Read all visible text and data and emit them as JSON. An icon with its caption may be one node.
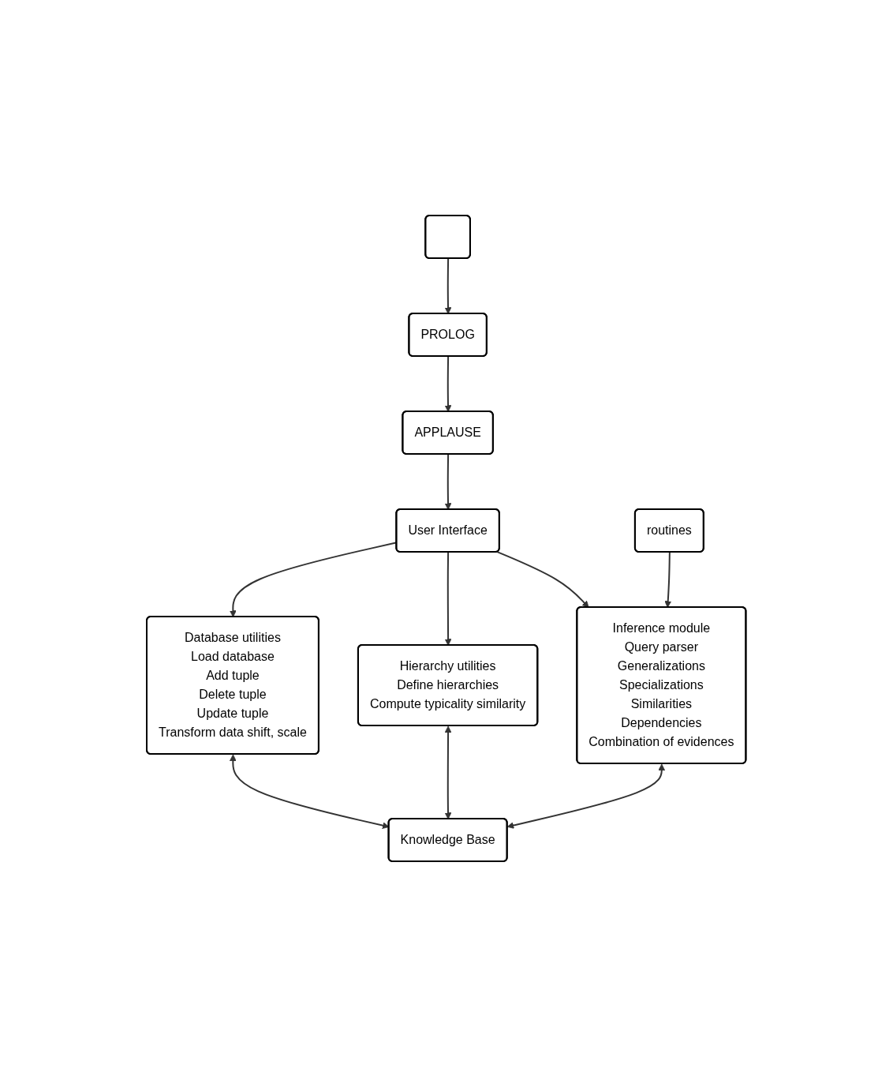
{
  "diagram": {
    "nodes": [
      {
        "text": [],
        "shape": "box"
      },
      {
        "text": [
          "PROLOG"
        ]
      },
      {
        "text": [
          "APPLAUSE"
        ]
      },
      {
        "text": [
          "routines"
        ]
      },
      {
        "text": [
          "User Interface"
        ]
      },
      {
        "text": [
          "Database utilities",
          "Load database",
          "Add tuple",
          "Delete tuple",
          "Update tuple",
          "Transform data shift, scale"
        ]
      },
      {
        "text": [
          "Hierarchy utilities",
          "Define hierarchies",
          "Compute typicality similarity"
        ]
      },
      {
        "text": [
          "Inference module",
          "Query parser",
          "Generalizations",
          "Specializations",
          "Similarities",
          "Dependencies",
          "Combination of evidences"
        ]
      },
      {
        "text": [
          "Knowledge Base"
        ]
      }
    ],
    "edges": [
      {
        "from": 0,
        "to": 1,
        "arrow": "to"
      },
      {
        "from": 1,
        "to": 2,
        "arrow": "to"
      },
      {
        "from": 2,
        "to": 4,
        "arrow": "to"
      },
      {
        "from": 4,
        "to": 5,
        "arrow": "to"
      },
      {
        "from": 4,
        "to": 6,
        "arrow": "to"
      },
      {
        "from": 4,
        "to": 7,
        "arrow": "to"
      },
      {
        "from": 3,
        "to": 7,
        "arrow": "to"
      },
      {
        "from": 5,
        "to": 8,
        "arrow": "both"
      },
      {
        "from": 6,
        "to": 8,
        "arrow": "both"
      },
      {
        "from": 7,
        "to": 8,
        "arrow": "both"
      }
    ]
  }
}
